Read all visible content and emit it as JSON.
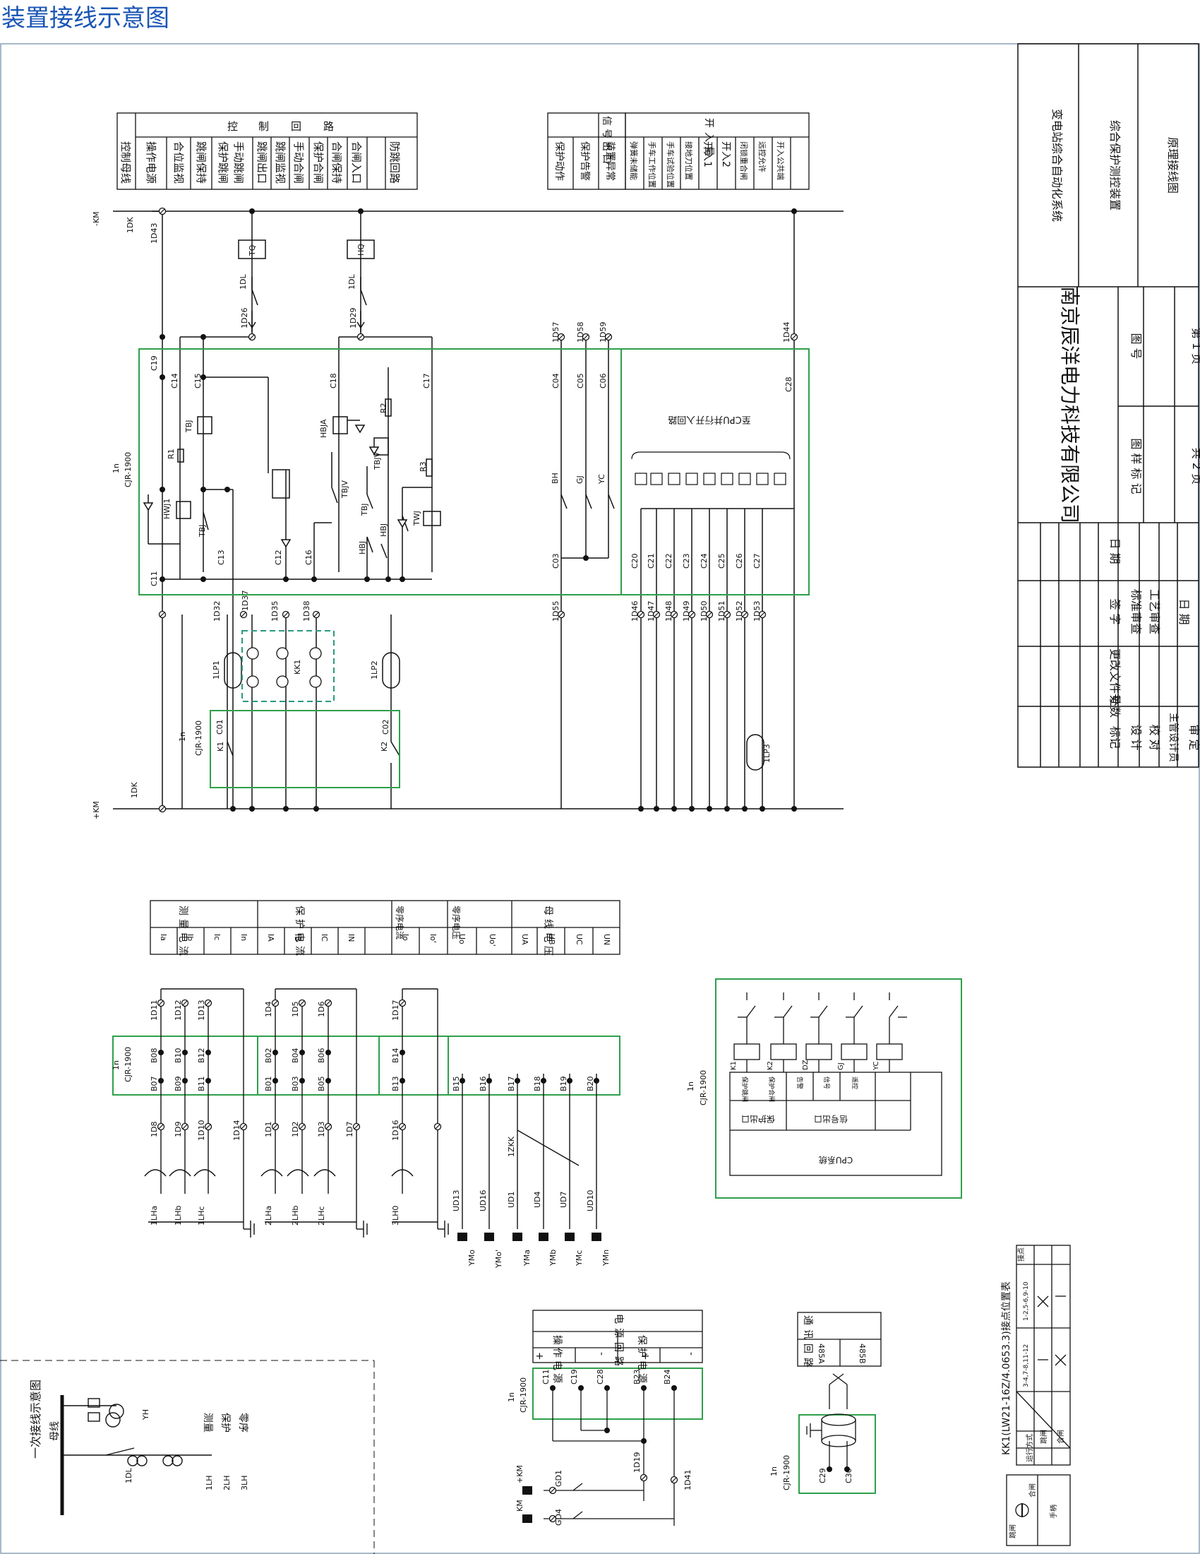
{
  "title": "装置接线示意图",
  "colors": {
    "ink": "#111111",
    "green": "#2ea04a",
    "dash_green": "#2a9a80",
    "title": "#1a55b5",
    "border": "#8aa0b8"
  },
  "title_block": {
    "system": "变电站综合自动化系统",
    "device": "综合保护测控装置",
    "drawing": "原理接线图",
    "company": "南京辰洋电力科技有限公司",
    "table_headers": [
      "标记",
      "处数",
      "更改文件号",
      "签 字",
      "日 期"
    ],
    "roles": [
      "设 计",
      "校 对",
      "主管设计员",
      "审 定"
    ],
    "roles2": [
      "标准审查",
      "工艺审查",
      "日 期"
    ],
    "fields": [
      "图 号",
      "图 样 标 记",
      "第 1 页",
      "共 2 页"
    ]
  },
  "control": {
    "header": [
      "控制母线",
      "控",
      "制",
      "回",
      "路"
    ],
    "rows": [
      "操作电源",
      "合位监视",
      "跳闸保持",
      "保护跳闸",
      "手动跳闸",
      "跳闸出口",
      "跳闸监视",
      "手动合闸",
      "保护合闸",
      "合闸保持",
      "合闸入口",
      "防跳回路"
    ]
  },
  "signal": {
    "header": "信号出口",
    "rows": [
      "保护动作",
      "保护告警",
      "装置异常"
    ],
    "binary_header": "开入量",
    "binary_rows": [
      "弹簧未储能",
      "手车工作位置",
      "手车试验位置",
      "接地刀位置",
      "开入1",
      "开入2",
      "闭锁重合闸",
      "远控允许",
      "开入公共端"
    ]
  },
  "labels": {
    "km_minus": "-KM",
    "km_plus": "+KM",
    "dk": "1DK",
    "device": "1n",
    "model": "CJR-1900",
    "tq": "TQ",
    "hq": "HQ",
    "dl": "1DL",
    "tbj": "TBJ",
    "tbjv": "TBJV",
    "hbj": "HBJ",
    "hbja": "HBJA",
    "twj": "TWJ",
    "hwj": "HWJ1",
    "r1": "R1",
    "r2": "R2",
    "r3": "R3",
    "kk1": "KK1",
    "lp1": "1LP1",
    "lp2": "1LP2",
    "lp3": "1LP3",
    "k1": "K1",
    "k2": "K2",
    "bh": "BH",
    "gj": "GJ",
    "yc": "YC",
    "cpu_in": "至CPU并行开入回路"
  },
  "terminals": {
    "top": [
      "1D43",
      "1D26",
      "1D29",
      "1D44"
    ],
    "upper_c": [
      "C19",
      "C14",
      "C15",
      "C18",
      "C17",
      "C04",
      "C05",
      "C06",
      "C28"
    ],
    "lower_c": [
      "C11",
      "C13",
      "C12",
      "C16",
      "C03",
      "C20",
      "C21",
      "C22",
      "C23",
      "C24",
      "C25",
      "C26",
      "C27"
    ],
    "mid_d": [
      "1D32",
      "1D37",
      "1D35",
      "1D38",
      "1D55",
      "1D46",
      "1D47",
      "1D48",
      "1D49",
      "1D50",
      "1D51",
      "1D52",
      "1D53"
    ],
    "sig_d": [
      "1D57",
      "1D58",
      "1D59"
    ],
    "k_c": [
      "C01",
      "C02"
    ]
  },
  "current_table": {
    "groups": [
      "测量电流",
      "保护电流",
      "零序电流",
      "零序电压",
      "母线电压"
    ],
    "cells": [
      "Ia",
      "Ib",
      "Ic",
      "In",
      "IA",
      "IB",
      "IC",
      "IN",
      "Io",
      "Io'",
      "Uo",
      "Uo'",
      "UA",
      "UB",
      "UC",
      "UN"
    ]
  },
  "ac_inputs": {
    "b_top": [
      "B08",
      "B10",
      "B12",
      "B02",
      "B04",
      "B06",
      "B14"
    ],
    "b_bot": [
      "B07",
      "B09",
      "B11",
      "B01",
      "B03",
      "B05",
      "B13",
      "B15",
      "B16",
      "B17",
      "B18",
      "B19",
      "B20"
    ],
    "d_top": [
      "1D11",
      "1D12",
      "1D13",
      "1D4",
      "1D5",
      "1D6",
      "1D17"
    ],
    "d_bot": [
      "1D8",
      "1D9",
      "1D10",
      "1D14",
      "1D1",
      "1D2",
      "1D3",
      "1D7",
      "1D16"
    ],
    "cts": [
      "1LHa",
      "1LHb",
      "1LHc",
      "2LHa",
      "2LHb",
      "2LHc",
      "3LH0"
    ],
    "ud": [
      "UD13",
      "UD16",
      "UD1",
      "UD4",
      "UD7",
      "UD10"
    ],
    "ym": [
      "YMo",
      "YMo'",
      "YMa",
      "YMb",
      "YMc",
      "YMn"
    ],
    "zkk": "1ZKK"
  },
  "cpu_box": {
    "title": "CPU系统",
    "outs": [
      "保护出口",
      "信号出口"
    ],
    "relays": [
      "K1",
      "K2",
      "DZ",
      "GJ",
      "YC"
    ],
    "cells": [
      "保护跳闸",
      "保护合闸",
      "告警",
      "信号",
      "遥控"
    ]
  },
  "single_line": {
    "title": "一次接线示意图",
    "bus": "母线",
    "labels": [
      "测量",
      "保护",
      "零序"
    ],
    "cts": [
      "1LH",
      "2LH",
      "3LH"
    ],
    "yh": "YH",
    "dl": "1DL"
  },
  "power": {
    "header": "电源回路",
    "cols": [
      "操作电源",
      "保护电源"
    ],
    "signs": [
      "+",
      "-",
      "+",
      "-"
    ],
    "terms": [
      "C11",
      "C19",
      "C28",
      "B23",
      "B24"
    ],
    "gd": [
      "GD1",
      "GD4"
    ],
    "d": [
      "1D19",
      "1D41"
    ],
    "km": [
      "+KM",
      "KM"
    ]
  },
  "comm": {
    "header": "通讯回路",
    "cells": [
      "485A",
      "485B"
    ],
    "terms": [
      "C29",
      "C30"
    ]
  },
  "switch_table": {
    "title": "KK1(LW21-16Z/4.0653.3)接点位置表",
    "contacts": "接点",
    "mode": "运行方式",
    "cols": [
      "1-2,5-6,9-10",
      "3-4,7-8,11-12"
    ],
    "rows": [
      "跳闸",
      "合闸"
    ],
    "handle": "手柄",
    "trip": "跳闸",
    "close": "合闸"
  }
}
